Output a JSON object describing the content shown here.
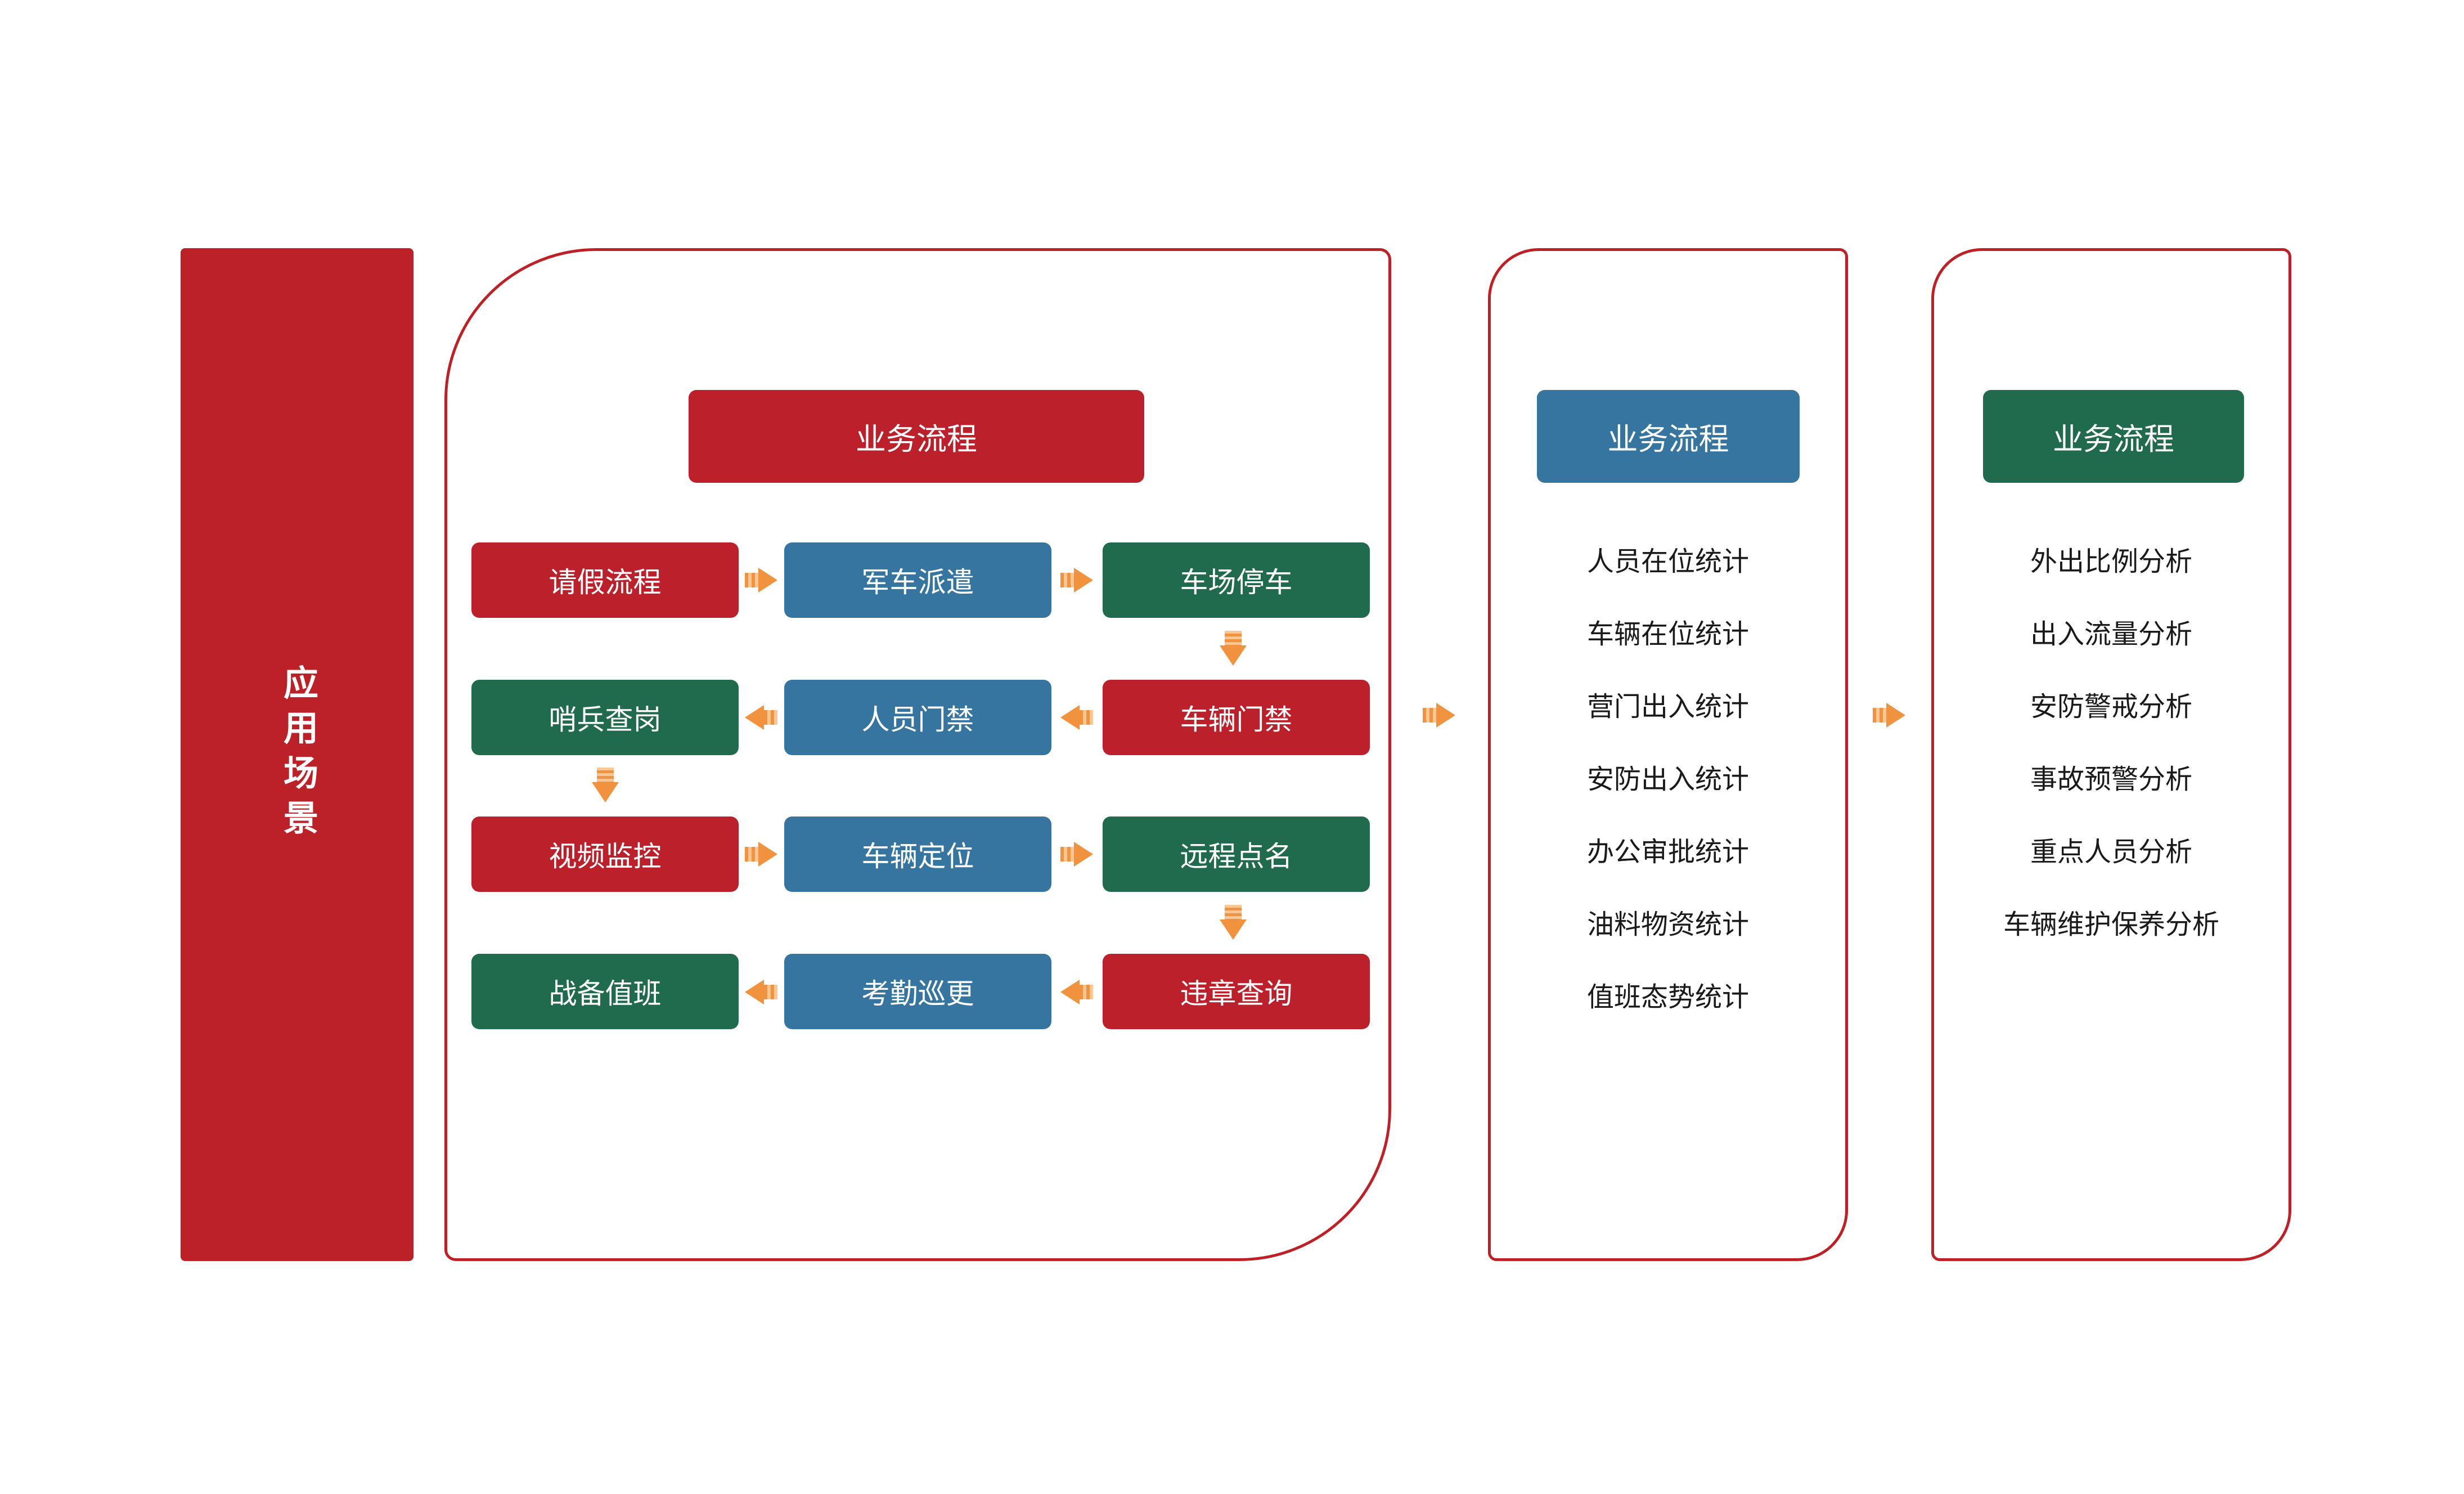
{
  "colors": {
    "red": "#BC202B",
    "blue": "#35759F",
    "green": "#206A4E",
    "panel_border_red": "#BE2026",
    "sidebar_red": "#BB2127",
    "arrow_orange": "#F0923E",
    "arrow_orange_light": "#FAC693",
    "list_text": "#1A1A1A",
    "box_text": "#FFFFFF"
  },
  "sidebar": {
    "label": "应用场景"
  },
  "flow_panel": {
    "header": {
      "label": "业务流程"
    },
    "rows": [
      {
        "direction": "right",
        "cells": [
          {
            "label": "请假流程",
            "color": "red"
          },
          {
            "label": "军车派遣",
            "color": "blue"
          },
          {
            "label": "车场停车",
            "color": "green"
          }
        ]
      },
      {
        "direction": "left",
        "cells": [
          {
            "label": "哨兵查岗",
            "color": "green"
          },
          {
            "label": "人员门禁",
            "color": "blue"
          },
          {
            "label": "车辆门禁",
            "color": "red"
          }
        ]
      },
      {
        "direction": "right",
        "cells": [
          {
            "label": "视频监控",
            "color": "red"
          },
          {
            "label": "车辆定位",
            "color": "blue"
          },
          {
            "label": "远程点名",
            "color": "green"
          }
        ]
      },
      {
        "direction": "left",
        "cells": [
          {
            "label": "战备值班",
            "color": "green"
          },
          {
            "label": "考勤巡更",
            "color": "blue"
          },
          {
            "label": "违章查询",
            "color": "red"
          }
        ]
      }
    ]
  },
  "stats_panel": {
    "header": {
      "label": "业务流程"
    },
    "items": [
      "人员在位统计",
      "车辆在位统计",
      "营门出入统计",
      "安防出入统计",
      "办公审批统计",
      "油料物资统计",
      "值班态势统计"
    ]
  },
  "analysis_panel": {
    "header": {
      "label": "业务流程"
    },
    "items": [
      "外出比例分析",
      "出入流量分析",
      "安防警戒分析",
      "事故预警分析",
      "重点人员分析",
      "车辆维护保养分析"
    ]
  }
}
